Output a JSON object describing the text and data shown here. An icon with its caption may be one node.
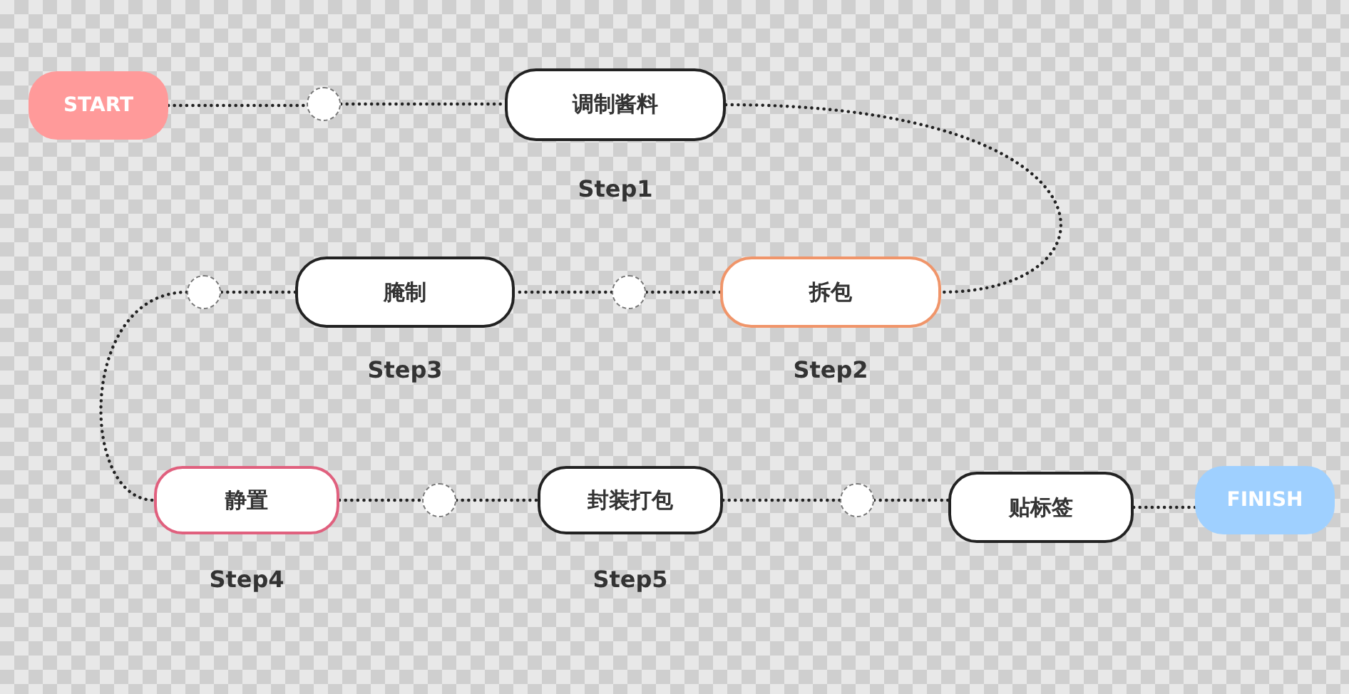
{
  "diagram": {
    "nodes": [
      {
        "text": [
          "START"
        ]
      },
      {
        "text": [],
        "shape": "circle"
      },
      {
        "text": [
          "调制酱料"
        ],
        "beside": [
          "Step1"
        ]
      },
      {
        "text": [
          "拆包"
        ],
        "beside": [
          "Step2"
        ]
      },
      {
        "text": [],
        "shape": "circle"
      },
      {
        "text": [
          "腌制"
        ],
        "beside": [
          "Step3"
        ]
      },
      {
        "text": [],
        "shape": "circle"
      },
      {
        "text": [
          "静置"
        ],
        "beside": [
          "Step4"
        ]
      },
      {
        "text": [],
        "shape": "circle"
      },
      {
        "text": [
          "封装打包"
        ],
        "beside": [
          "Step5"
        ]
      },
      {
        "text": [],
        "shape": "circle"
      },
      {
        "text": [
          "贴标签"
        ]
      },
      {
        "text": [
          "FINISH"
        ]
      }
    ],
    "edges": [
      {
        "from": 0,
        "to": 1,
        "arrow": "none"
      },
      {
        "from": 1,
        "to": 2,
        "arrow": "none"
      },
      {
        "from": 2,
        "to": 3,
        "arrow": "none"
      },
      {
        "from": 3,
        "to": 4,
        "arrow": "none"
      },
      {
        "from": 4,
        "to": 5,
        "arrow": "none"
      },
      {
        "from": 5,
        "to": 6,
        "arrow": "none"
      },
      {
        "from": 6,
        "to": 7,
        "arrow": "none"
      },
      {
        "from": 7,
        "to": 8,
        "arrow": "none"
      },
      {
        "from": 8,
        "to": 9,
        "arrow": "none"
      },
      {
        "from": 9,
        "to": 10,
        "arrow": "none"
      },
      {
        "from": 10,
        "to": 11,
        "arrow": "none"
      },
      {
        "from": 11,
        "to": 12,
        "arrow": "none"
      }
    ]
  }
}
